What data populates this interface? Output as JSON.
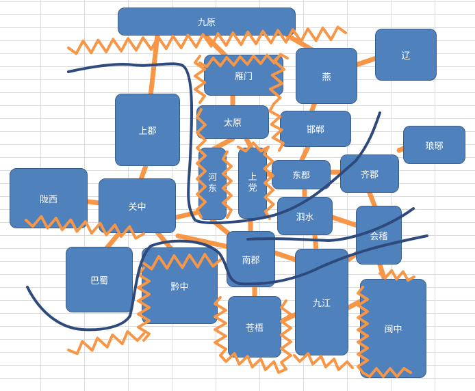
{
  "regions": {
    "jiuyuan": "九原",
    "yanmen": "雁门",
    "yan": "燕",
    "liao": "辽",
    "shangjun": "上郡",
    "taiyuan": "太原",
    "handan": "邯郸",
    "langya": "琅琊",
    "hedong": "河东",
    "shangdang": "上党",
    "dongjun": "东郡",
    "qijun": "齐郡",
    "longxi": "陇西",
    "guanzhong": "关中",
    "sishui": "泗水",
    "kuaiji": "会稽",
    "nanjun": "南郡",
    "bashu": "巴蜀",
    "qianzhong": "黔中",
    "jiujiang": "九江",
    "minzhong": "闽中",
    "cangwu": "苍梧"
  },
  "colors": {
    "box_fill": "#4f81bd",
    "box_border": "#385d8a",
    "connector": "#f79646",
    "navy_stroke": "#2e4a7d",
    "orange_stroke": "#f79646",
    "text": "#ffffff",
    "gridline": "#dcdcdc"
  }
}
